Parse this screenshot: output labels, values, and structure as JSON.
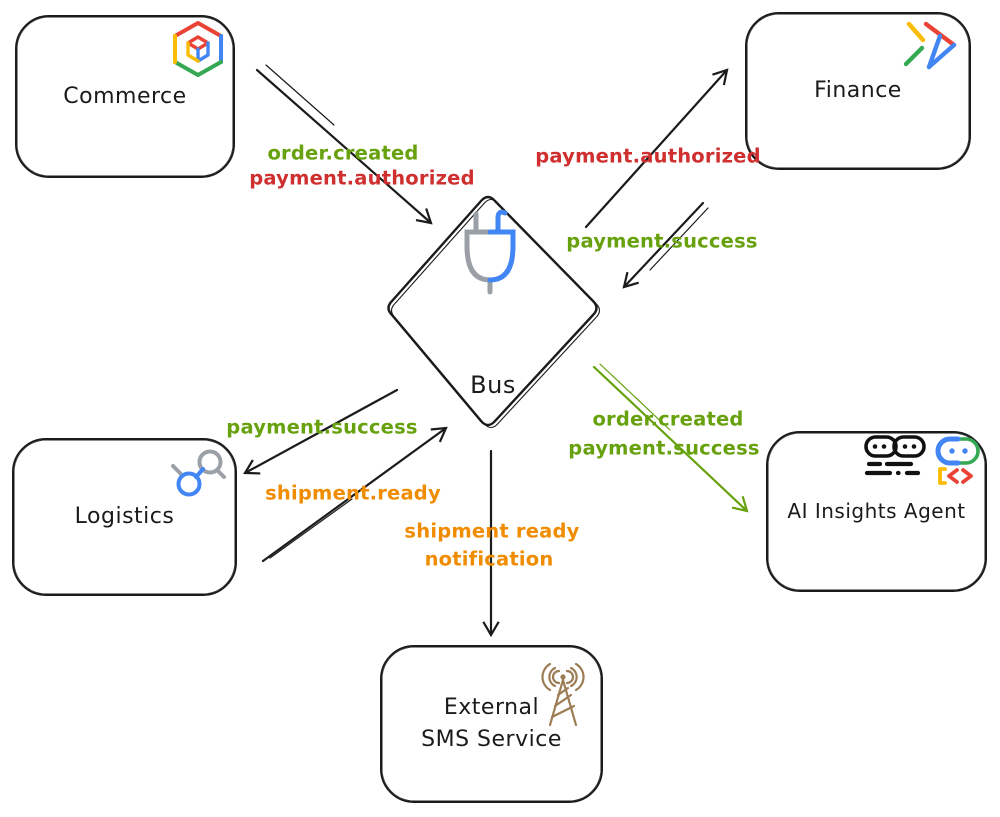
{
  "nodes": {
    "commerce": {
      "label": "Commerce",
      "icon": "hex-cube-icon"
    },
    "finance": {
      "label": "Finance",
      "icon": "send-triangle-icon"
    },
    "bus": {
      "label": "Bus",
      "icon": "plug-icon"
    },
    "logistics": {
      "label": "Logistics",
      "icon": "linked-nodes-icon"
    },
    "ai_agent": {
      "label": "AI Insights Agent",
      "icons": [
        "chat-agents-icon",
        "robot-code-icon"
      ]
    },
    "sms": {
      "label_line1": "External",
      "label_line2": "SMS Service",
      "icon": "radio-tower-icon"
    }
  },
  "edges": [
    {
      "from": "Commerce",
      "to": "Bus",
      "arrow_color": "#1b1b1b",
      "labels": [
        {
          "text": "order.created",
          "color": "#67a10e"
        },
        {
          "text": "payment.authorized",
          "color": "#d02f2f"
        }
      ]
    },
    {
      "from": "Bus",
      "to": "Finance",
      "arrow_color": "#1b1b1b",
      "labels": [
        {
          "text": "payment.authorized",
          "color": "#d02f2f"
        }
      ]
    },
    {
      "from": "Finance",
      "to": "Bus",
      "arrow_color": "#1b1b1b",
      "labels": [
        {
          "text": "payment.success",
          "color": "#67a10e"
        }
      ]
    },
    {
      "from": "Bus",
      "to": "Logistics",
      "arrow_color": "#1b1b1b",
      "labels": [
        {
          "text": "payment.success",
          "color": "#67a10e"
        }
      ]
    },
    {
      "from": "Logistics",
      "to": "Bus",
      "arrow_color": "#1b1b1b",
      "labels": [
        {
          "text": "shipment.ready",
          "color": "#f08c00"
        }
      ]
    },
    {
      "from": "Bus",
      "to": "AI Insights Agent",
      "arrow_color": "#67a10e",
      "labels": [
        {
          "text": "order.created",
          "color": "#67a10e"
        },
        {
          "text": "payment.success",
          "color": "#67a10e"
        }
      ]
    },
    {
      "from": "Bus",
      "to": "External SMS Service",
      "arrow_color": "#1b1b1b",
      "labels": [
        {
          "text": "shipment ready",
          "color": "#f08c00"
        },
        {
          "text": "notification",
          "color": "#f08c00"
        }
      ]
    }
  ],
  "colors": {
    "ink": "#1b1b1b",
    "green": "#67a10e",
    "red": "#d02f2f",
    "orange": "#f08c00",
    "blue": "#4285f4",
    "gray": "#9aa0a6",
    "google_red": "#ea4335",
    "google_yellow": "#fbbc04",
    "google_green": "#34a853",
    "antenna_brown": "#9c7c54"
  }
}
